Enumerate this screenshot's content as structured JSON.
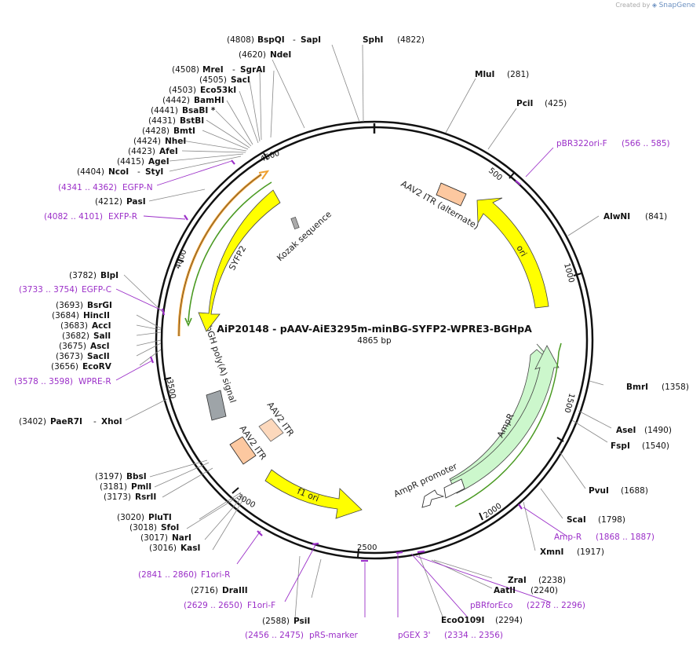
{
  "credit": {
    "prefix": "Created by",
    "brand": "SnapGene"
  },
  "plasmid": {
    "name": "AiP20148 - pAAV-AiE3295m-minBG-SYFP2-WPRE3-BGHpA",
    "length_label": "4865 bp",
    "length": 4865
  },
  "colors": {
    "primer": "#9b2fc8",
    "ori": "#ffff00",
    "ampr": "#ccf7cc",
    "itr": "#fcc8a0",
    "polyA": "#9ea4a8",
    "kozak": "#aaaaaa",
    "backbone": "#111111"
  },
  "ticks": [
    "500",
    "1000",
    "1500",
    "2000",
    "2500",
    "3000",
    "3500",
    "4000",
    "4500"
  ],
  "sites": [
    {
      "pos": "(4808)",
      "name": "BspQI",
      "name2": "SapI"
    },
    {
      "pos": "(4822)",
      "name": "SphI"
    },
    {
      "pos": "(4620)",
      "name": "NdeI"
    },
    {
      "pos": "(4508)",
      "name": "MreI",
      "name2": "SgrAI"
    },
    {
      "pos": "(4505)",
      "name": "SacI"
    },
    {
      "pos": "(4503)",
      "name": "Eco53kI"
    },
    {
      "pos": "(4442)",
      "name": "BamHI"
    },
    {
      "pos": "(4441)",
      "name": "BsaBI *"
    },
    {
      "pos": "(4431)",
      "name": "BstBI"
    },
    {
      "pos": "(4428)",
      "name": "BmtI"
    },
    {
      "pos": "(4424)",
      "name": "NheI"
    },
    {
      "pos": "(4423)",
      "name": "AfeI"
    },
    {
      "pos": "(4415)",
      "name": "AgeI"
    },
    {
      "pos": "(4404)",
      "name": "NcoI",
      "name2": "StyI"
    },
    {
      "pos": "(4212)",
      "name": "PasI"
    },
    {
      "pos": "(3782)",
      "name": "BlpI"
    },
    {
      "pos": "(3693)",
      "name": "BsrGI"
    },
    {
      "pos": "(3684)",
      "name": "HincII"
    },
    {
      "pos": "(3683)",
      "name": "AccI"
    },
    {
      "pos": "(3682)",
      "name": "SalI"
    },
    {
      "pos": "(3675)",
      "name": "AscI"
    },
    {
      "pos": "(3673)",
      "name": "SacII"
    },
    {
      "pos": "(3656)",
      "name": "EcoRV"
    },
    {
      "pos": "(3402)",
      "name": "PaeR7I",
      "name2": "XhoI"
    },
    {
      "pos": "(3197)",
      "name": "BbsI"
    },
    {
      "pos": "(3181)",
      "name": "PmlI"
    },
    {
      "pos": "(3173)",
      "name": "RsrII"
    },
    {
      "pos": "(3020)",
      "name": "PluTI"
    },
    {
      "pos": "(3018)",
      "name": "SfoI"
    },
    {
      "pos": "(3017)",
      "name": "NarI"
    },
    {
      "pos": "(3016)",
      "name": "KasI"
    },
    {
      "pos": "(2716)",
      "name": "DraIII"
    },
    {
      "pos": "(2588)",
      "name": "PsiI"
    },
    {
      "pos": "(281)",
      "name": "MluI"
    },
    {
      "pos": "(425)",
      "name": "PciI"
    },
    {
      "pos": "(841)",
      "name": "AlwNI"
    },
    {
      "pos": "(1358)",
      "name": "BmrI"
    },
    {
      "pos": "(1490)",
      "name": "AseI"
    },
    {
      "pos": "(1540)",
      "name": "FspI"
    },
    {
      "pos": "(1688)",
      "name": "PvuI"
    },
    {
      "pos": "(1798)",
      "name": "ScaI"
    },
    {
      "pos": "(1917)",
      "name": "XmnI"
    },
    {
      "pos": "(2238)",
      "name": "ZraI"
    },
    {
      "pos": "(2240)",
      "name": "AatII"
    },
    {
      "pos": "(2294)",
      "name": "EcoO109I"
    }
  ],
  "primers": [
    {
      "name": "pBR322ori-F",
      "range": "(566 .. 585)"
    },
    {
      "name": "EGFP-N",
      "range": "(4341 .. 4362)"
    },
    {
      "name": "EXFP-R",
      "range": "(4082 .. 4101)"
    },
    {
      "name": "EGFP-C",
      "range": "(3733 .. 3754)"
    },
    {
      "name": "WPRE-R",
      "range": "(3578 .. 3598)"
    },
    {
      "name": "Amp-R",
      "range": "(1868 .. 1887)"
    },
    {
      "name": "F1ori-R",
      "range": "(2841 .. 2860)"
    },
    {
      "name": "F1ori-F",
      "range": "(2629 .. 2650)"
    },
    {
      "name": "pRS-marker",
      "range": "(2456 .. 2475)"
    },
    {
      "name": "pGEX 3'",
      "range": ""
    },
    {
      "name": "pBRforEco",
      "range": "(2278 .. 2296)"
    },
    {
      "name": "",
      "range": "(2334 .. 2356)"
    }
  ],
  "features": {
    "itr_alt": "AAV2 ITR (alternate)",
    "ori": "ori",
    "kozak": "Kozak sequence",
    "sypf2": "SYFP2",
    "bgh": "bGH poly(A) signal",
    "itr1": "AAV2 ITR",
    "itr2": "AAV2 ITR",
    "f1ori": "f1 ori",
    "ampr": "AmpR",
    "ampr_promoter": "AmpR promoter"
  }
}
